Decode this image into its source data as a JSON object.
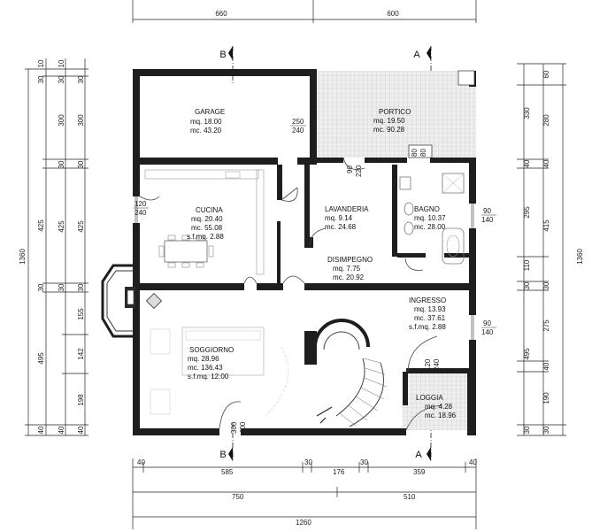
{
  "top_dimensions": {
    "left": "660",
    "right": "600"
  },
  "bottom_dimensions": {
    "row1": [
      "40",
      "585",
      "30",
      "176",
      "30",
      "359",
      "40"
    ],
    "row2": [
      "750",
      "510"
    ],
    "total": "1260"
  },
  "left_dimensions": {
    "total": "1360",
    "outer": [
      "30",
      "425",
      "30",
      "495",
      "40"
    ],
    "inner": [
      "10",
      "30",
      "300",
      "30",
      "425",
      "30",
      "155",
      "142",
      "198",
      "40"
    ]
  },
  "right_dimensions": {
    "total": "1360",
    "outer": [
      "330",
      "40",
      "295",
      "30",
      "495",
      "30"
    ],
    "inner": [
      "60",
      "280",
      "40",
      "415",
      "110",
      "30",
      "275",
      "40",
      "190",
      "30"
    ]
  },
  "section_marks": {
    "b": "B",
    "a": "A"
  },
  "rooms": {
    "garage": {
      "name": "GARAGE",
      "mq": "mq. 18.00",
      "mc": "mc. 43.20"
    },
    "portico": {
      "name": "PORTICO",
      "mq": "mq. 19.50",
      "mc": "mc. 90.28"
    },
    "cucina": {
      "name": "CUCINA",
      "mq": "mq. 20.40",
      "mc": "mc. 55.08",
      "sf": "s.f.mq. 2.88"
    },
    "lavanderia": {
      "name": "LAVANDERIA",
      "mq": "mq. 9.14",
      "mc": "mc. 24.68"
    },
    "bagno": {
      "name": "BAGNO",
      "mq": "mq. 10.37",
      "mc": "mc. 28.00"
    },
    "disimpegno": {
      "name": "DISIMPEGNO",
      "mq": "mq. 7.75",
      "mc": "mc. 20.92"
    },
    "ingresso": {
      "name": "INGRESSO",
      "mq": "mq. 13.93",
      "mc": "mc. 37.61",
      "sf": "s.f.mq. 2.88"
    },
    "soggiorno": {
      "name": "SOGGIORNO",
      "mq": "mq. 28.96",
      "mc": "mc. 136.43",
      "sf": "s.f.mq. 12.00"
    },
    "loggia": {
      "name": "LOGGIA",
      "mq": "mq. 4.28",
      "mc": "mc. 18.96"
    }
  },
  "openings": {
    "garage_door": [
      "250",
      "240"
    ],
    "portico_door": [
      "80",
      "80"
    ],
    "lav_door": [
      "90",
      "220"
    ],
    "cucina_win": [
      "120",
      "240"
    ],
    "bagno_win": [
      "90",
      "140"
    ],
    "ingresso_win": [
      "90",
      "140"
    ],
    "loggia_door": [
      "120",
      "240"
    ],
    "soggiorno_door": [
      "300",
      "400"
    ]
  }
}
